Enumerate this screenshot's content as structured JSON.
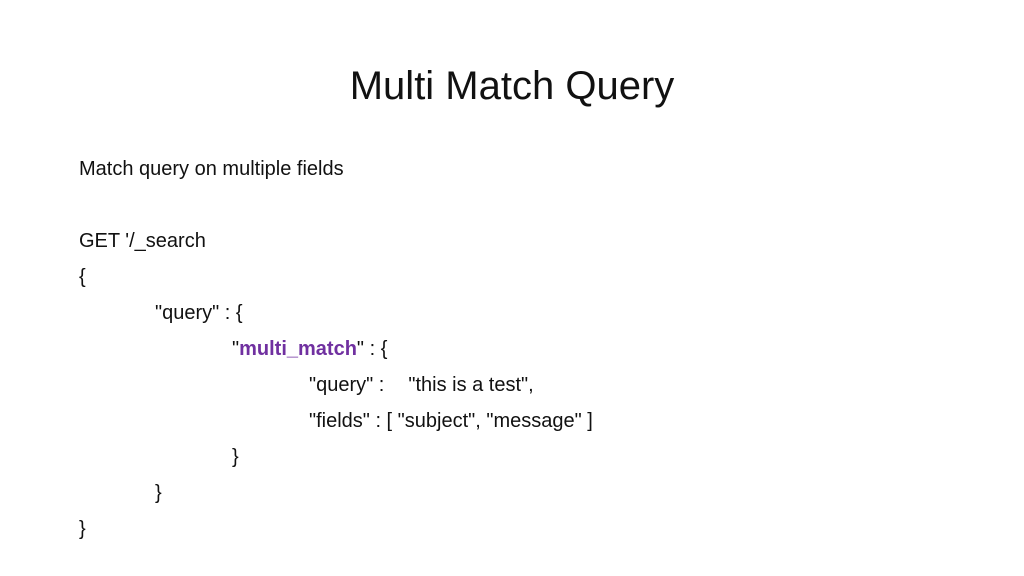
{
  "slide": {
    "title": "Multi Match Query",
    "subtitle": "Match query on multiple fields",
    "code": {
      "request": "GET '/_search",
      "open_brace": "{",
      "query_open": "\"query\" : {",
      "mm_quote_open": "\"",
      "mm_keyword": "multi_match",
      "mm_rest": "\" : {",
      "inner_query_key": "\"query\" :",
      "inner_query_value": "\"this is a test\",",
      "fields_line": "\"fields\" : [ \"subject\", \"message\" ]",
      "close_mm": "}",
      "close_query": "}",
      "close_root": "}"
    },
    "colors": {
      "keyword": "#7030a0",
      "text": "#111111",
      "background": "#ffffff"
    }
  }
}
